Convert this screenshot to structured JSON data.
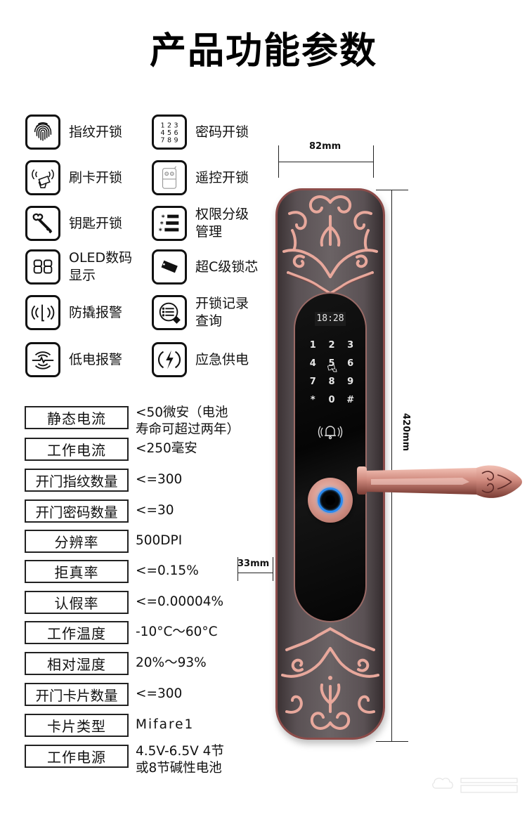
{
  "header": {
    "title": "产品功能参数"
  },
  "features": [
    {
      "icon": "fingerprint-icon",
      "label": "指纹开锁"
    },
    {
      "icon": "keypad-icon",
      "label": "密码开锁",
      "keypad_digits": [
        "1",
        "2",
        "3",
        "4",
        "5",
        "6",
        "7",
        "8",
        "9"
      ]
    },
    {
      "icon": "card-swipe-icon",
      "label": "刷卡开锁"
    },
    {
      "icon": "remote-control-icon",
      "label": "遥控开锁"
    },
    {
      "icon": "key-icon",
      "label": "钥匙开锁"
    },
    {
      "icon": "permission-list-icon",
      "label": "权限分级\n管理"
    },
    {
      "icon": "oled-display-icon",
      "label": "OLED数码\n显示",
      "display_digits": "88"
    },
    {
      "icon": "lock-core-icon",
      "label": "超C级锁芯"
    },
    {
      "icon": "tamper-alarm-icon",
      "label": "防撬报警"
    },
    {
      "icon": "record-search-icon",
      "label": "开锁记录\n查询"
    },
    {
      "icon": "low-battery-alarm-icon",
      "label": "低电报警"
    },
    {
      "icon": "emergency-power-icon",
      "label": "应急供电"
    }
  ],
  "specs": [
    {
      "key": "静态电流",
      "value": "<50微安（电池\n寿命可超过两年）"
    },
    {
      "key": "工作电流",
      "value": "<250毫安"
    },
    {
      "key": "开门指纹数量",
      "value": "<=300"
    },
    {
      "key": "开门密码数量",
      "value": "<=30"
    },
    {
      "key": "分辨率",
      "value": "500DPI"
    },
    {
      "key": "拒真率",
      "value": "<=0.15%"
    },
    {
      "key": "认假率",
      "value": "<=0.00004%"
    },
    {
      "key": "工作温度",
      "value": "-10°C～60°C"
    },
    {
      "key": "相对湿度",
      "value": "20%～93%"
    },
    {
      "key": "开门卡片数量",
      "value": "<=300"
    },
    {
      "key": "卡片类型",
      "value": "Mifare1"
    },
    {
      "key": "工作电源",
      "value": "4.5V-6.5V 4节\n或8节碱性电池"
    }
  ],
  "dimensions": {
    "width": "82mm",
    "height": "420mm",
    "handle_offset": "33mm"
  },
  "lock": {
    "display_time": "18:28",
    "keys": [
      "1",
      "2",
      "3",
      "4",
      "5",
      "6",
      "7",
      "8",
      "9",
      "*",
      "0",
      "#"
    ],
    "colors": {
      "plate": "#5a5154",
      "copper": "#d99a8f",
      "copper_dark": "#8c4c4a",
      "panel": "#050505",
      "fingerprint_ring": "#2a8af0"
    }
  }
}
